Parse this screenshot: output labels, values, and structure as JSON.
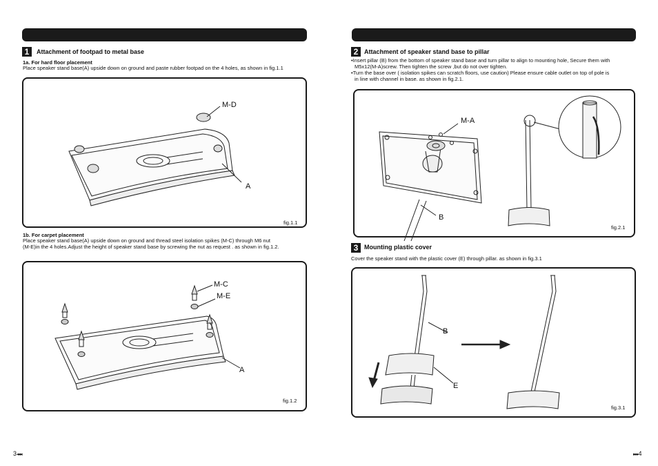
{
  "left_page": {
    "section1": {
      "number": "1",
      "title": "Attachment of footpad to metal base",
      "sub_a_title": "1a. For hard floor placement",
      "sub_a_text": "Place speaker stand base(A) upside down on ground and paste rubber footpad on the 4 holes,  as shown in fig.1.1",
      "fig1_label_md": "M-D",
      "fig1_label_a": "A",
      "fig1_caption": "fig.1.1",
      "sub_b_title": "1b. For carpet placement",
      "sub_b_text_1": "Place speaker stand base(A) upside down on ground and thread steel isolation spikes (M-C) through M6 nut",
      "sub_b_text_2": "(M-E)in the 4 holes.Adjust the height of speaker stand base by screwing the nut as request . as shown in fig.1.2.",
      "fig2_label_mc": "M-C",
      "fig2_label_me": "M-E",
      "fig2_label_a": "A",
      "fig2_caption": "fig.1.2"
    },
    "page_number": "3"
  },
  "right_page": {
    "section2": {
      "number": "2",
      "title": "Attachment of speaker stand base to pillar",
      "bullet_1_line_1": "•Insert pillar (B) from the bottom of speaker stand base  and turn pillar to align to mounting hole, Secure them with",
      "bullet_1_line_2": "M5x12(M-A)screw. Then tighten the screw ,but do not over tighten.",
      "bullet_2_line_1": "•Turn the base over ( isolation spikes can  scratch floors, use caution) Please ensure cable outlet on top of pole is",
      "bullet_2_line_2": "in line with channel in base. as shown in fig.2.1.",
      "fig_label_ma": "M-A",
      "fig_label_b": "B",
      "fig_caption": "fig.2.1"
    },
    "section3": {
      "number": "3",
      "title": "Mounting plastic cover",
      "text": "Cover the speaker stand with the plastic cover  (E)  through pillar. as shown in fig.3.1",
      "fig_label_b": "B",
      "fig_label_e": "E",
      "fig_caption": "fig.3.1"
    },
    "page_number": "4"
  }
}
